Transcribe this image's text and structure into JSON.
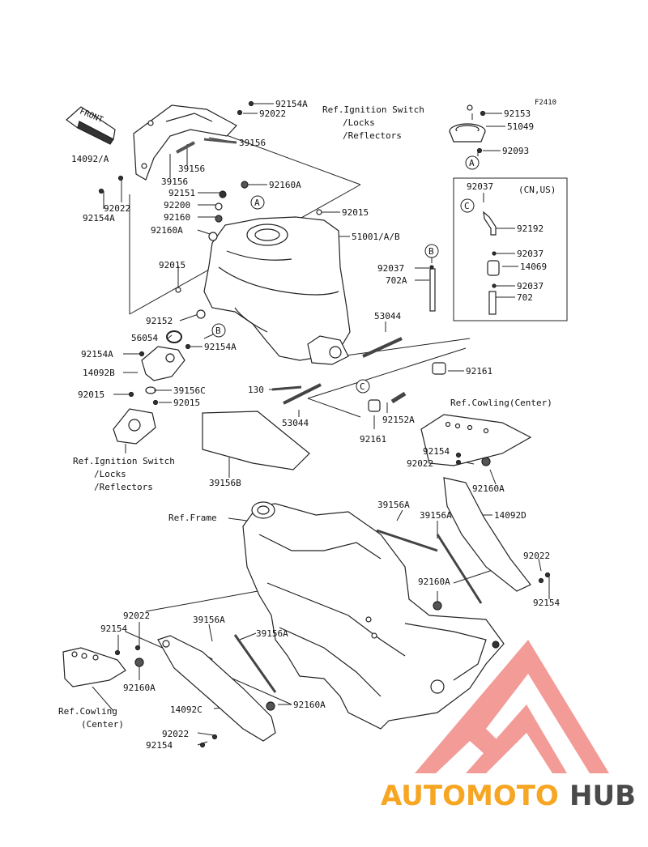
{
  "figure_code": "F2410",
  "front_label": "FRONT",
  "callouts": {
    "A": "A",
    "B": "B",
    "C": "C"
  },
  "labels": {
    "p92154A_top": "92154A",
    "p92022_top": "92022",
    "p39156_a": "39156",
    "p14092A": "14092/A",
    "p39156_b": "39156",
    "p39156_c": "39156",
    "p92022_left": "92022",
    "p92154A_left": "92154A",
    "p92151": "92151",
    "p92200": "92200",
    "p92160": "92160",
    "p92160A_tank_top": "92160A",
    "p92160A_tank_left": "92160A",
    "p92015_top": "92015",
    "p51001": "51001/A/B",
    "p92015_left": "92015",
    "p92152": "92152",
    "p56054": "56054",
    "p92154A_mid_left": "92154A",
    "p92154A_mid_right": "92154A",
    "p14092B": "14092B",
    "p39156C": "39156C",
    "p92015_lower": "92015",
    "p92015_lower_b": "92015",
    "ref_ign_lower_1": "Ref.Ignition Switch",
    "ref_ign_lower_2": "/Locks",
    "ref_ign_lower_3": "/Reflectors",
    "ref_ign_top_1": "Ref.Ignition Switch",
    "ref_ign_top_2": "/Locks",
    "ref_ign_top_3": "/Reflectors",
    "p92153": "92153",
    "p51049": "51049",
    "p92093": "92093",
    "p92037_box_top": "92037",
    "cn_us": "(CN,US)",
    "p92192": "92192",
    "p92037_box_mid": "92037",
    "p14069": "14069",
    "p92037_box_low": "92037",
    "p702": "702",
    "p92037_side": "92037",
    "p702A": "702A",
    "p53044_top": "53044",
    "p92161_right": "92161",
    "p130": "130",
    "p53044_bottom": "53044",
    "p92152A": "92152A",
    "p92161_bottom": "92161",
    "p39156B": "39156B",
    "ref_cowl_right": "Ref.Cowling(Center)",
    "p92154_right": "92154",
    "p92022_right": "92022",
    "p92160A_right": "92160A",
    "ref_frame": "Ref.Frame",
    "p39156A_r1": "39156A",
    "p39156A_r2": "39156A",
    "p14092D": "14092D",
    "p92022_far_right": "92022",
    "p92154_far_right": "92154",
    "p92160A_mid": "92160A",
    "p92022_bl": "92022",
    "p92154_bl": "92154",
    "p39156A_l1": "39156A",
    "p39156A_l2": "39156A",
    "p92160A_bl": "92160A",
    "p92160A_bm": "92160A",
    "ref_cowl_left_1": "Ref.Cowling",
    "ref_cowl_left_2": "(Center)",
    "p14092C": "14092C",
    "p92022_bottom": "92022",
    "p92154_bottom": "92154"
  },
  "watermark": {
    "word_left": "AUTOMOTO",
    "word_right": "HUB",
    "color_left": "#f6a623",
    "color_right": "#4a4a4a",
    "logo_color": "#f08a86"
  }
}
